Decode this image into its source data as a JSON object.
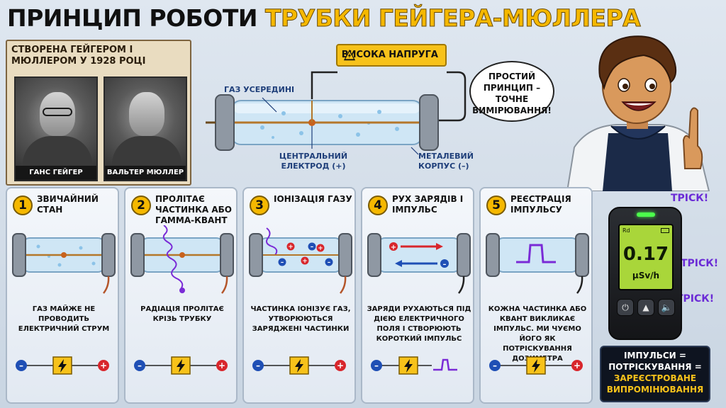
{
  "title": {
    "part1": "ПРИНЦИП РОБОТИ ",
    "part2": "ТРУБКИ ГЕЙГЕРА-МЮЛЛЕРА"
  },
  "history": {
    "caption": "СТВОРЕНА ГЕЙГЕРОМ І МЮЛЛЕРОМ У 1928 РОЦІ",
    "person1": "ГАНС ГЕЙГЕР",
    "person2": "ВАЛЬТЕР МЮЛЛЕР"
  },
  "diagram": {
    "high_voltage": "ВИСОКА НАПРУГА",
    "gas_inside": "ГАЗ УСЕРЕДИНІ",
    "electrode_line1": "ЦЕНТРАЛЬНИЙ",
    "electrode_line2": "ЕЛЕКТРОД (+)",
    "body_line1": "МЕТАЛЕВИЙ",
    "body_line2": "КОРПУС (–)"
  },
  "bubble": {
    "line1": "ПРОСТИЙ",
    "line2": "ПРИНЦИП –",
    "line3": "ТОЧНЕ",
    "line4": "ВИМІРЮВАННЯ!"
  },
  "steps": [
    {
      "num": "1",
      "title": "ЗВИЧАЙНИЙ СТАН",
      "desc": "ГАЗ МАЙЖЕ НЕ ПРОВОДИТЬ ЕЛЕКТРИЧНИЙ СТРУМ"
    },
    {
      "num": "2",
      "title": "ПРОЛІТАЄ ЧАСТИНКА АБО ГАММА-КВАНТ",
      "desc": "РАДІАЦІЯ ПРОЛІТАЄ КРІЗЬ ТРУБКУ"
    },
    {
      "num": "3",
      "title": "ІОНІЗАЦІЯ ГАЗУ",
      "desc": "ЧАСТИНКА ІОНІЗУЄ ГАЗ, УТВОРЮЮТЬСЯ ЗАРЯДЖЕНІ ЧАСТИНКИ"
    },
    {
      "num": "4",
      "title": "РУХ ЗАРЯДІВ І ІМПУЛЬС",
      "desc": "ЗАРЯДИ РУХАЮТЬСЯ ПІД ДІЄЮ ЕЛЕКТРИЧНОГО ПОЛЯ І СТВОРЮЮТЬ КОРОТКИЙ ІМПУЛЬС"
    },
    {
      "num": "5",
      "title": "РЕЄСТРАЦІЯ ІМПУЛЬСУ",
      "desc": "КОЖНА ЧАСТИНКА АБО КВАНТ ВИКЛИКАЄ ІМПУЛЬС. МИ ЧУЄМО ЙОГО ЯК ПОТРІСКУВАННЯ ДОЗИМЕТРА"
    }
  ],
  "signs": {
    "minus": "–",
    "plus": "+"
  },
  "dosimeter": {
    "reading": "0.17",
    "unit": "μSv/h",
    "rd": "Rd",
    "sound": "ТРІСК!"
  },
  "summary": {
    "line1": "ІМПУЛЬСИ =",
    "line2": "ПОТРІСКУВАННЯ =",
    "line3": "ЗАРЕЄСТРОВАНЕ",
    "line4": "ВИПРОМІНЮВАННЯ"
  },
  "colors": {
    "accent": "#f5b800",
    "plus": "#d8262c",
    "minus": "#1f4fb5",
    "pulse": "#7a2bd6",
    "screen": "#a9d63a"
  }
}
